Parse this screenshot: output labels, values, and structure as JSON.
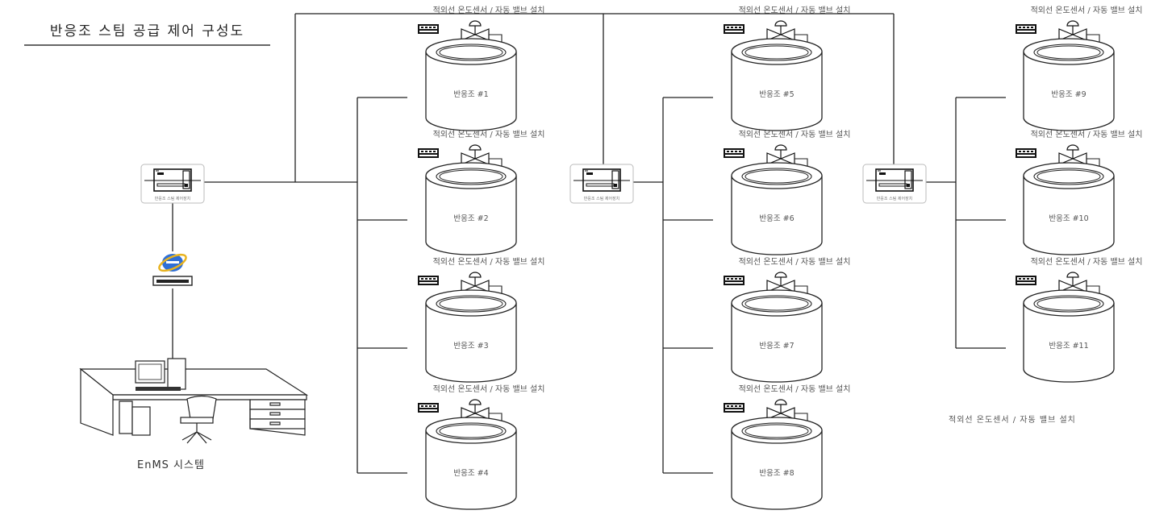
{
  "title": "반응조 스팀 공급 제어 구성도",
  "colors": {
    "line": "#222222",
    "text": "#555555",
    "background": "#ffffff",
    "ie_blue": "#2f6fd6",
    "ie_gold": "#e8b320"
  },
  "sensor_caption": "적외선 온도센서 / 자동 밸브 설치",
  "controller_label": "반응조 스팀 제어장치",
  "enms_label": "EnMS 시스템",
  "icons": {
    "sensor": "temperature-sensor-icon",
    "valve": "valve-icon",
    "controller": "plc-controller-icon",
    "browser": "internet-explorer-icon",
    "hub": "network-hub-icon",
    "workstation": "desk-workstation-icon"
  },
  "controllers": [
    {
      "id": "controller-1",
      "label": "반응조 스팀 제어장치"
    },
    {
      "id": "controller-2",
      "label": "반응조 스팀 제어장치"
    },
    {
      "id": "controller-3",
      "label": "반응조 스팀 제어장치"
    }
  ],
  "tanks": [
    {
      "label": "반응조 #1",
      "caption": "적외선 온도센서 / 자동 밸브 설치",
      "controller": 0
    },
    {
      "label": "반응조 #2",
      "caption": "적외선 온도센서 / 자동 밸브 설치",
      "controller": 0
    },
    {
      "label": "반응조 #3",
      "caption": "적외선 온도센서 / 자동 밸브 설치",
      "controller": 0
    },
    {
      "label": "반응조 #4",
      "caption": "적외선 온도센서 / 자동 밸브 설치",
      "controller": 0
    },
    {
      "label": "반응조 #5",
      "caption": "적외선 온도센서 / 자동 밸브 설치",
      "controller": 1
    },
    {
      "label": "반응조 #6",
      "caption": "적외선 온도센서 / 자동 밸브 설치",
      "controller": 1
    },
    {
      "label": "반응조 #7",
      "caption": "적외선 온도센서 / 자동 밸브 설치",
      "controller": 1
    },
    {
      "label": "반응조 #8",
      "caption": "적외선 온도센서 / 자동 밸브 설치",
      "controller": 1
    },
    {
      "label": "반응조 #9",
      "caption": "적외선 온도센서 / 자동 밸브 설치",
      "controller": 2
    },
    {
      "label": "반응조 #10",
      "caption": "적외선 온도센서 / 자동 밸브 설치",
      "controller": 2
    },
    {
      "label": "반응조 #11",
      "caption": "적외선 온도센서 / 자동 밸브 설치",
      "controller": 2
    }
  ],
  "footer_caption": "적외선 온도센서 / 자동 밸브 설치"
}
